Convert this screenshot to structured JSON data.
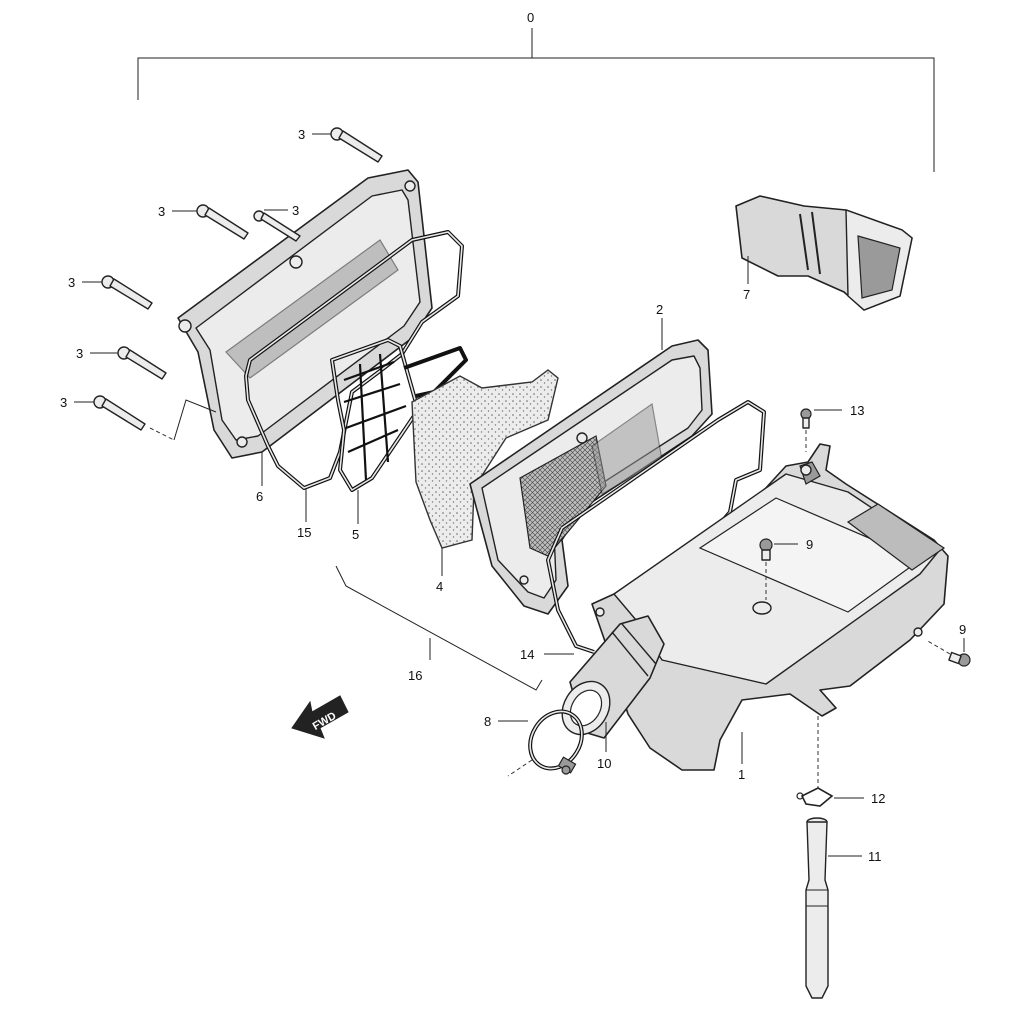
{
  "callouts": {
    "c0": "0",
    "c1": "1",
    "c2": "2",
    "c3a": "3",
    "c3b": "3",
    "c3c": "3",
    "c3d": "3",
    "c3e": "3",
    "c3f": "3",
    "c4": "4",
    "c5": "5",
    "c6": "6",
    "c7": "7",
    "c8": "8",
    "c9a": "9",
    "c9b": "9",
    "c10": "10",
    "c11": "11",
    "c12": "12",
    "c13": "13",
    "c14": "14",
    "c15": "15",
    "c16": "16"
  },
  "direction_arrow": {
    "label": "FWD"
  },
  "colors": {
    "line": "#222222",
    "part_fill": "#d9d9d9",
    "background": "#ffffff"
  },
  "icons": {
    "fwd_arrow": "left-arrow-icon"
  }
}
